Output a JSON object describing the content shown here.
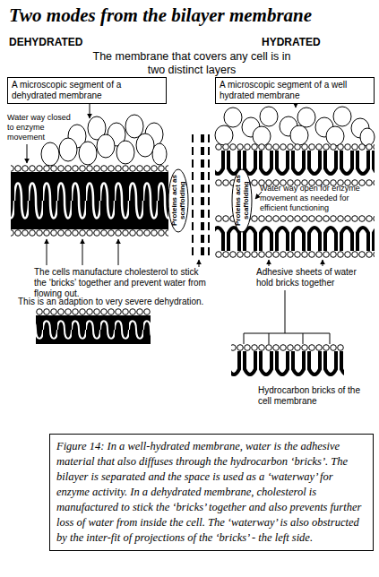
{
  "diagram": {
    "title": "Two modes from the bilayer membrane",
    "caption": "Figure 14: In a well-hydrated membrane, water is the adhesive material that also diffuses through the hydrocarbon ‘bricks’. The bilayer is separated and the space is used as a ‘waterway’ for enzyme activity. In a dehydrated membrane, cholesterol is manufactured to stick the ‘bricks’ together and also prevents further loss of water from inside the cell. The ‘waterway’ is also obstructed by the inter-fit of projections of the ‘bricks’ - the left side.",
    "nodes": [
      {
        "text": [
          "A microscopic segment of a dehydrated membrane"
        ]
      },
      {
        "text": [
          "A microscopic segment of a well hydrated membrane"
        ]
      },
      {
        "text": [
          "Proteins act as scaffolding"
        ]
      },
      {
        "text": [
          "Proteins act as scaffolding"
        ]
      }
    ],
    "labels": [
      "DEHYDRATED",
      "HYDRATED",
      "The membrane that covers any cell is in two distinct layers",
      "Water way closed to enzyme movement",
      "Water way open for enzyme movement as needed for efficient functioning",
      "The cells manufacture cholesterol to stick the ‘bricks’ together and prevent water from flowing out.",
      "This is an adaption to very severe dehydration.",
      "Adhesive sheets of water hold bricks together",
      "Hydrocarbon bricks of the cell membrane"
    ]
  }
}
